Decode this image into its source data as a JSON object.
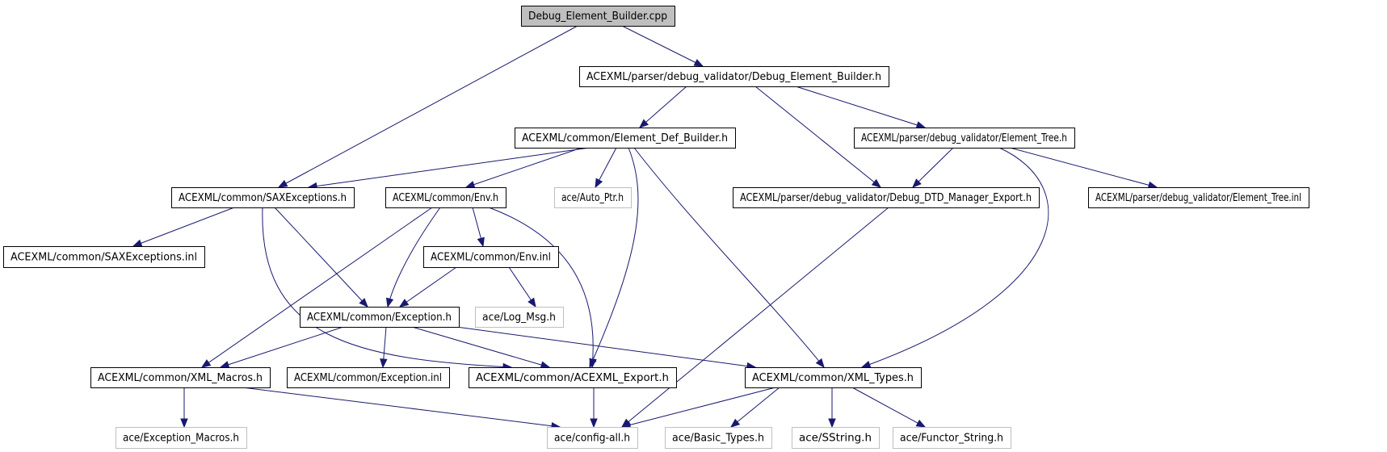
{
  "diagram": {
    "type": "include-dependency-graph",
    "colors": {
      "edge": "#191970",
      "root_fill": "#bfbfbf",
      "node_border": "#000000",
      "external_border": "#bfbfbf",
      "background": "#ffffff"
    },
    "nodes": [
      {
        "id": "n0",
        "label": "Debug_Element_Builder.cpp",
        "kind": "root"
      },
      {
        "id": "n1",
        "label": "ACEXML/parser/debug_validator/Debug_Element_Builder.h",
        "kind": "internal"
      },
      {
        "id": "n2",
        "label": "ACEXML/common/Element_Def_Builder.h",
        "kind": "internal"
      },
      {
        "id": "n3",
        "label": "ACEXML/parser/debug_validator/Element_Tree.h",
        "kind": "internal"
      },
      {
        "id": "n4",
        "label": "ACEXML/common/SAXExceptions.h",
        "kind": "internal"
      },
      {
        "id": "n5",
        "label": "ACEXML/common/Env.h",
        "kind": "internal"
      },
      {
        "id": "n6",
        "label": "ace/Auto_Ptr.h",
        "kind": "external"
      },
      {
        "id": "n7",
        "label": "ACEXML/parser/debug_validator/Debug_DTD_Manager_Export.h",
        "kind": "internal"
      },
      {
        "id": "n8",
        "label": "ACEXML/parser/debug_validator/Element_Tree.inl",
        "kind": "internal"
      },
      {
        "id": "n9",
        "label": "ACEXML/common/SAXExceptions.inl",
        "kind": "internal"
      },
      {
        "id": "n10",
        "label": "ACEXML/common/Env.inl",
        "kind": "internal"
      },
      {
        "id": "n11",
        "label": "ACEXML/common/Exception.h",
        "kind": "internal"
      },
      {
        "id": "n12",
        "label": "ace/Log_Msg.h",
        "kind": "external"
      },
      {
        "id": "n13",
        "label": "ACEXML/common/XML_Macros.h",
        "kind": "internal"
      },
      {
        "id": "n14",
        "label": "ACEXML/common/Exception.inl",
        "kind": "internal"
      },
      {
        "id": "n15",
        "label": "ACEXML/common/ACEXML_Export.h",
        "kind": "internal"
      },
      {
        "id": "n16",
        "label": "ACEXML/common/XML_Types.h",
        "kind": "internal"
      },
      {
        "id": "n17",
        "label": "ace/Exception_Macros.h",
        "kind": "external"
      },
      {
        "id": "n18",
        "label": "ace/config-all.h",
        "kind": "external"
      },
      {
        "id": "n19",
        "label": "ace/Basic_Types.h",
        "kind": "external"
      },
      {
        "id": "n20",
        "label": "ace/SString.h",
        "kind": "external"
      },
      {
        "id": "n21",
        "label": "ace/Functor_String.h",
        "kind": "external"
      }
    ],
    "edges": [
      {
        "from": "n0",
        "to": "n1"
      },
      {
        "from": "n0",
        "to": "n4"
      },
      {
        "from": "n1",
        "to": "n2"
      },
      {
        "from": "n1",
        "to": "n3"
      },
      {
        "from": "n1",
        "to": "n7"
      },
      {
        "from": "n2",
        "to": "n4"
      },
      {
        "from": "n2",
        "to": "n5"
      },
      {
        "from": "n2",
        "to": "n6"
      },
      {
        "from": "n2",
        "to": "n15"
      },
      {
        "from": "n2",
        "to": "n16"
      },
      {
        "from": "n3",
        "to": "n7"
      },
      {
        "from": "n3",
        "to": "n8"
      },
      {
        "from": "n3",
        "to": "n16"
      },
      {
        "from": "n4",
        "to": "n9"
      },
      {
        "from": "n4",
        "to": "n11"
      },
      {
        "from": "n4",
        "to": "n15"
      },
      {
        "from": "n5",
        "to": "n10"
      },
      {
        "from": "n5",
        "to": "n11"
      },
      {
        "from": "n5",
        "to": "n13"
      },
      {
        "from": "n5",
        "to": "n15"
      },
      {
        "from": "n7",
        "to": "n18"
      },
      {
        "from": "n10",
        "to": "n11"
      },
      {
        "from": "n10",
        "to": "n12"
      },
      {
        "from": "n11",
        "to": "n13"
      },
      {
        "from": "n11",
        "to": "n14"
      },
      {
        "from": "n11",
        "to": "n15"
      },
      {
        "from": "n11",
        "to": "n16"
      },
      {
        "from": "n13",
        "to": "n17"
      },
      {
        "from": "n13",
        "to": "n18"
      },
      {
        "from": "n15",
        "to": "n18"
      },
      {
        "from": "n16",
        "to": "n18"
      },
      {
        "from": "n16",
        "to": "n19"
      },
      {
        "from": "n16",
        "to": "n20"
      },
      {
        "from": "n16",
        "to": "n21"
      }
    ]
  }
}
